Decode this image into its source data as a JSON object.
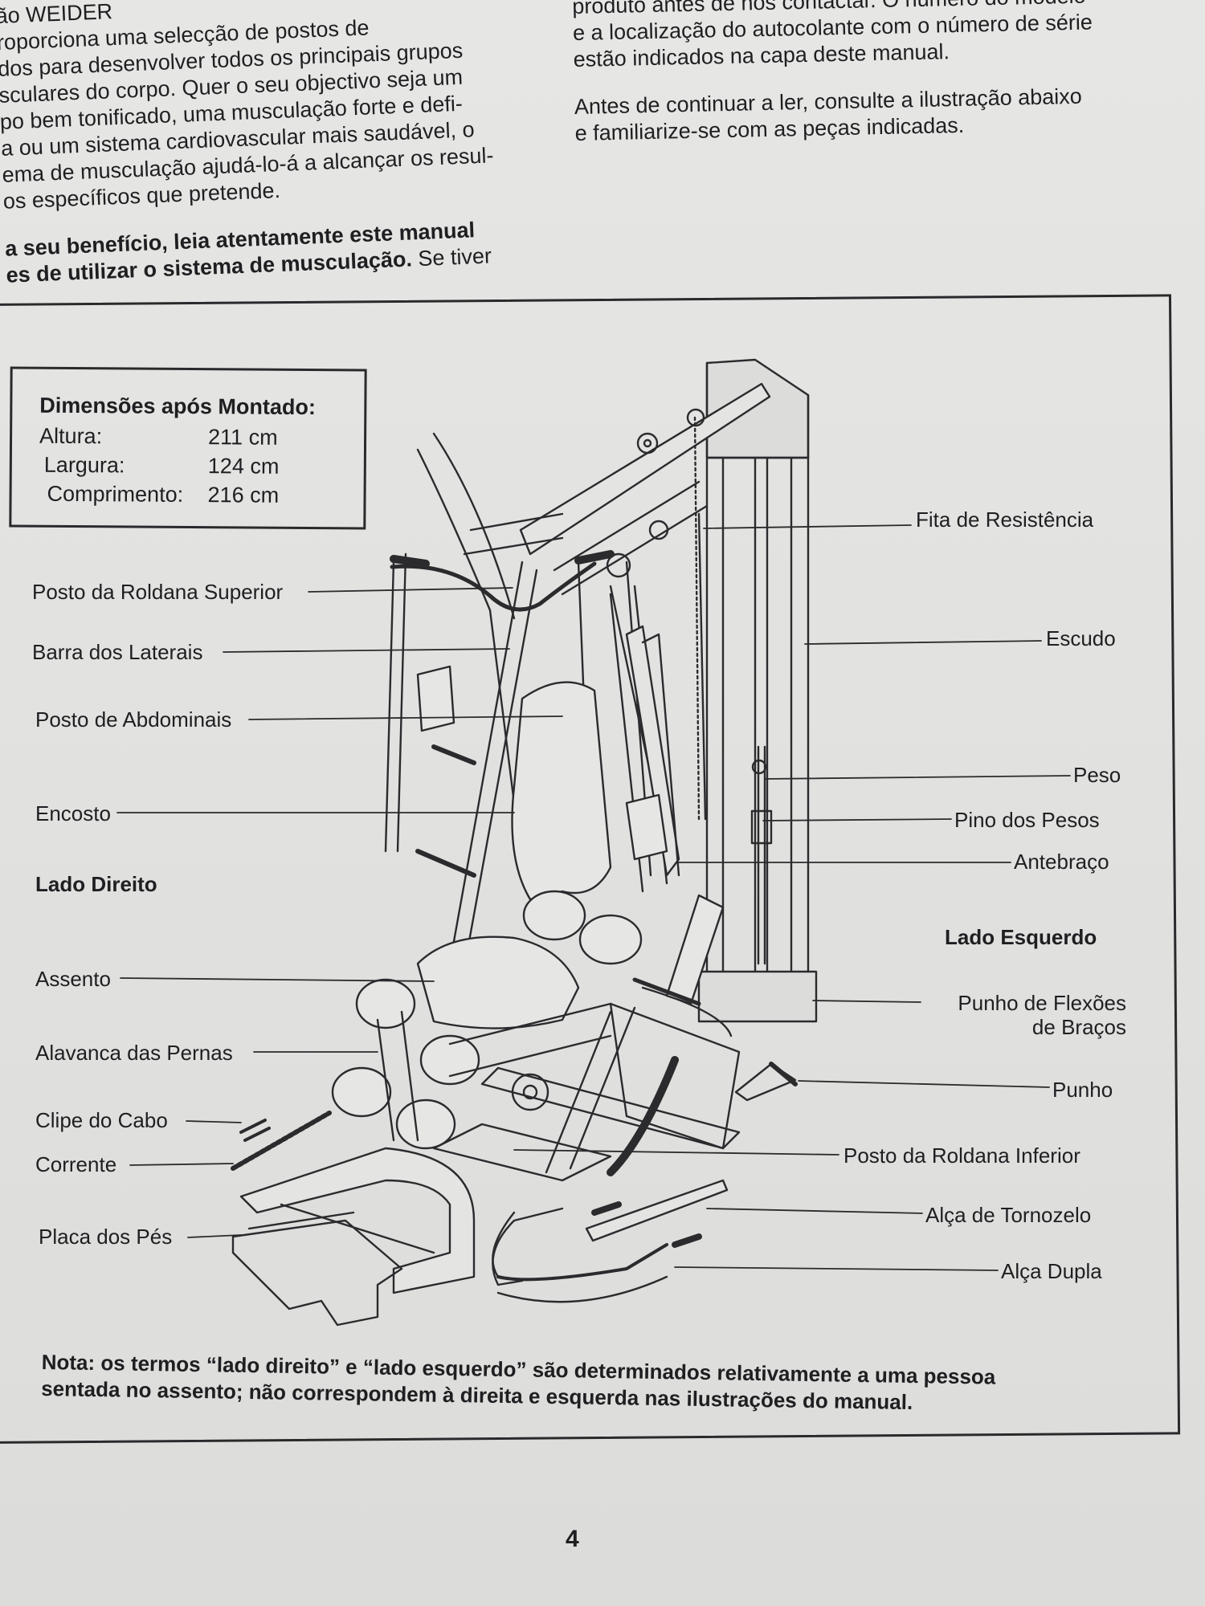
{
  "intro_left": [
    "ão WEIDER",
    "roporciona uma selecção de postos de",
    "dos para desenvolver todos os principais grupos",
    "sculares do corpo. Quer o seu objectivo seja um",
    "po bem tonificado, uma musculação forte e defi-",
    "a ou um sistema cardiovascular mais saudável, o",
    "ema de musculação ajudá-lo-á a alcançar os resul-",
    "os específicos que pretende."
  ],
  "intro_left_bold": [
    "a seu benefício, leia atentamente este manual",
    "es de utilizar o sistema de musculação."
  ],
  "intro_left_tail": "Se tiver",
  "intro_right": [
    "produto antes de nos contactar. O número do modelo",
    "e a localização do autocolante com o número de série",
    "estão indicados na capa deste manual."
  ],
  "intro_right_2": [
    "Antes de continuar a ler, consulte a ilustração abaixo",
    "e familiarize-se com as peças indicadas."
  ],
  "dimensions": {
    "title": "Dimensões após Montado:",
    "rows": [
      {
        "label": "Altura:",
        "value": "211 cm"
      },
      {
        "label": "Largura:",
        "value": "124 cm"
      },
      {
        "label": "Comprimento:",
        "value": "216 cm"
      }
    ]
  },
  "labels_left": {
    "posto_roldana_superior": "Posto da Roldana Superior",
    "barra_laterais": "Barra dos Laterais",
    "posto_abdominais": "Posto de Abdominais",
    "encosto": "Encosto",
    "lado_direito": "Lado Direito",
    "assento": "Assento",
    "alavanca_pernas": "Alavanca das Pernas",
    "clipe_cabo": "Clipe do Cabo",
    "corrente": "Corrente",
    "placa_pes": "Placa dos Pés"
  },
  "labels_right": {
    "fita_resistencia": "Fita de Resistência",
    "escudo": "Escudo",
    "peso": "Peso",
    "pino_pesos": "Pino dos Pesos",
    "antebraco": "Antebraço",
    "lado_esquerdo": "Lado Esquerdo",
    "punho_flexoes_1": "Punho de Flexões",
    "punho_flexoes_2": "de Braços",
    "punho": "Punho",
    "posto_roldana_inferior": "Posto da Roldana Inferior",
    "alca_tornozelo": "Alça de Tornozelo",
    "alca_dupla": "Alça Dupla"
  },
  "note": [
    "Nota: os termos “lado direito” e “lado esquerdo” são determinados relativamente a uma pessoa",
    "sentada no assento; não correspondem à direita e esquerda nas ilustrações do manual."
  ],
  "page_number": "4",
  "colors": {
    "ink": "#1f1f22",
    "paper": "#e3e3e1"
  }
}
